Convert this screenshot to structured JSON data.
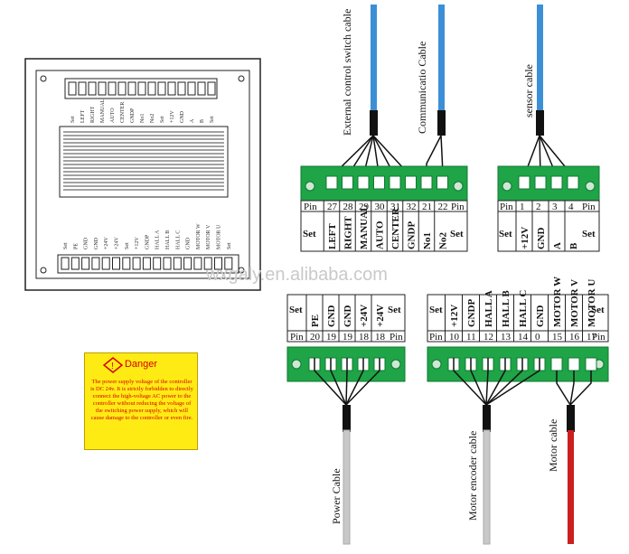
{
  "cables": {
    "external_control": "External control switch cable",
    "communication": "Communicatio Cable",
    "sensor": "sensor cable",
    "power": "Power Cable",
    "motor_encoder": "Motor encoder cable",
    "motor": "Motor cable"
  },
  "connector_a": {
    "pin_label": "Pin",
    "set_label": "Set",
    "pins": [
      "27",
      "28",
      "29",
      "30",
      "31",
      "32",
      "21",
      "22"
    ],
    "signals": [
      "LEFT",
      "RIGHT",
      "MANUAL",
      "AUTO",
      "CENTER",
      "GNDP",
      "No1",
      "No2"
    ]
  },
  "connector_b": {
    "pin_label": "Pin",
    "set_label": "Set",
    "pins": [
      "1",
      "2",
      "3",
      "4"
    ],
    "signals": [
      "+12V",
      "GND",
      "A",
      "B"
    ]
  },
  "connector_c": {
    "pin_label": "Pin",
    "set_label": "Set",
    "pins": [
      "20",
      "19",
      "19",
      "18",
      "18"
    ],
    "signals": [
      "PE",
      "GND",
      "GND",
      "+24V",
      "+24V"
    ]
  },
  "connector_d": {
    "pin_label": "Pin",
    "set_label": "Set",
    "pins": [
      "10",
      "11",
      "12",
      "13",
      "14",
      "0",
      "15",
      "16",
      "17"
    ],
    "signals": [
      "+12V",
      "GNDP",
      "HALL A",
      "HALL B",
      "HALL C",
      "GND",
      "MOTOR W",
      "MOTOR V",
      "MOTOR U"
    ]
  },
  "controller_panel": {
    "top_labels": [
      "Set",
      "LEFT",
      "RIGHT",
      "MANUAL",
      "AUTO",
      "CENTER",
      "GNDP",
      "No1",
      "No2",
      "Set",
      "+12V",
      "GND",
      "A",
      "B",
      "Set"
    ],
    "bottom_labels": [
      "Set",
      "PE",
      "GND",
      "GND",
      "+24V",
      "+24V",
      "Set",
      "+12V",
      "GNDP",
      "HALL A",
      "HALL B",
      "HALL C",
      "GND",
      "MOTOR W",
      "MOTOR V",
      "MOTOR U",
      "Set"
    ]
  },
  "danger": {
    "title": "Danger",
    "text": "The power supply voltage of the controller is DC 24v. It is strictly forbidden to directly connect the high-voltage AC power to the controller without reducing the voltage of the switching power supply, which will cause damage to the controller or even fire."
  },
  "watermark": "wxgaly.en.alibaba.com",
  "colors": {
    "terminal_green": "#1fa447",
    "terminal_dark": "#0f7a30",
    "blue_cable": "#3c8fd6",
    "grey_cable": "#c8c8c8",
    "red_cable": "#cc1f1f",
    "danger_bg": "#ffeb14",
    "danger_text": "#d40000"
  }
}
